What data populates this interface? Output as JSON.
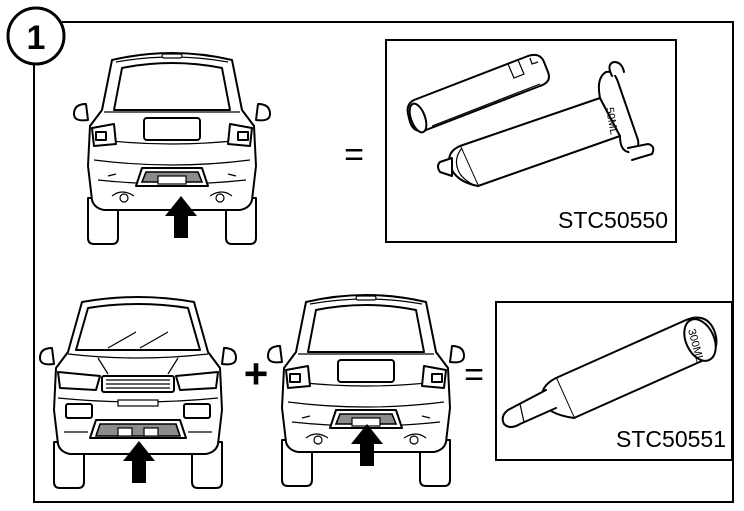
{
  "step": {
    "number": "1"
  },
  "operators": {
    "equals_top": "=",
    "plus": "+",
    "equals_bottom": "="
  },
  "tools": [
    {
      "code": "STC50550",
      "marking": "50ML"
    },
    {
      "code": "STC50551",
      "marking": "300ML"
    }
  ],
  "icons": {
    "rear_view": "vehicle-rear-view-icon",
    "front_view": "vehicle-front-view-icon",
    "syringe_kit": "syringe-applicator-kit-icon",
    "cartridge": "sealant-cartridge-icon",
    "arrow": "upward-arrow-icon"
  },
  "colors": {
    "line": "#000000",
    "highlight": "#8c8c8c",
    "background": "#ffffff"
  }
}
